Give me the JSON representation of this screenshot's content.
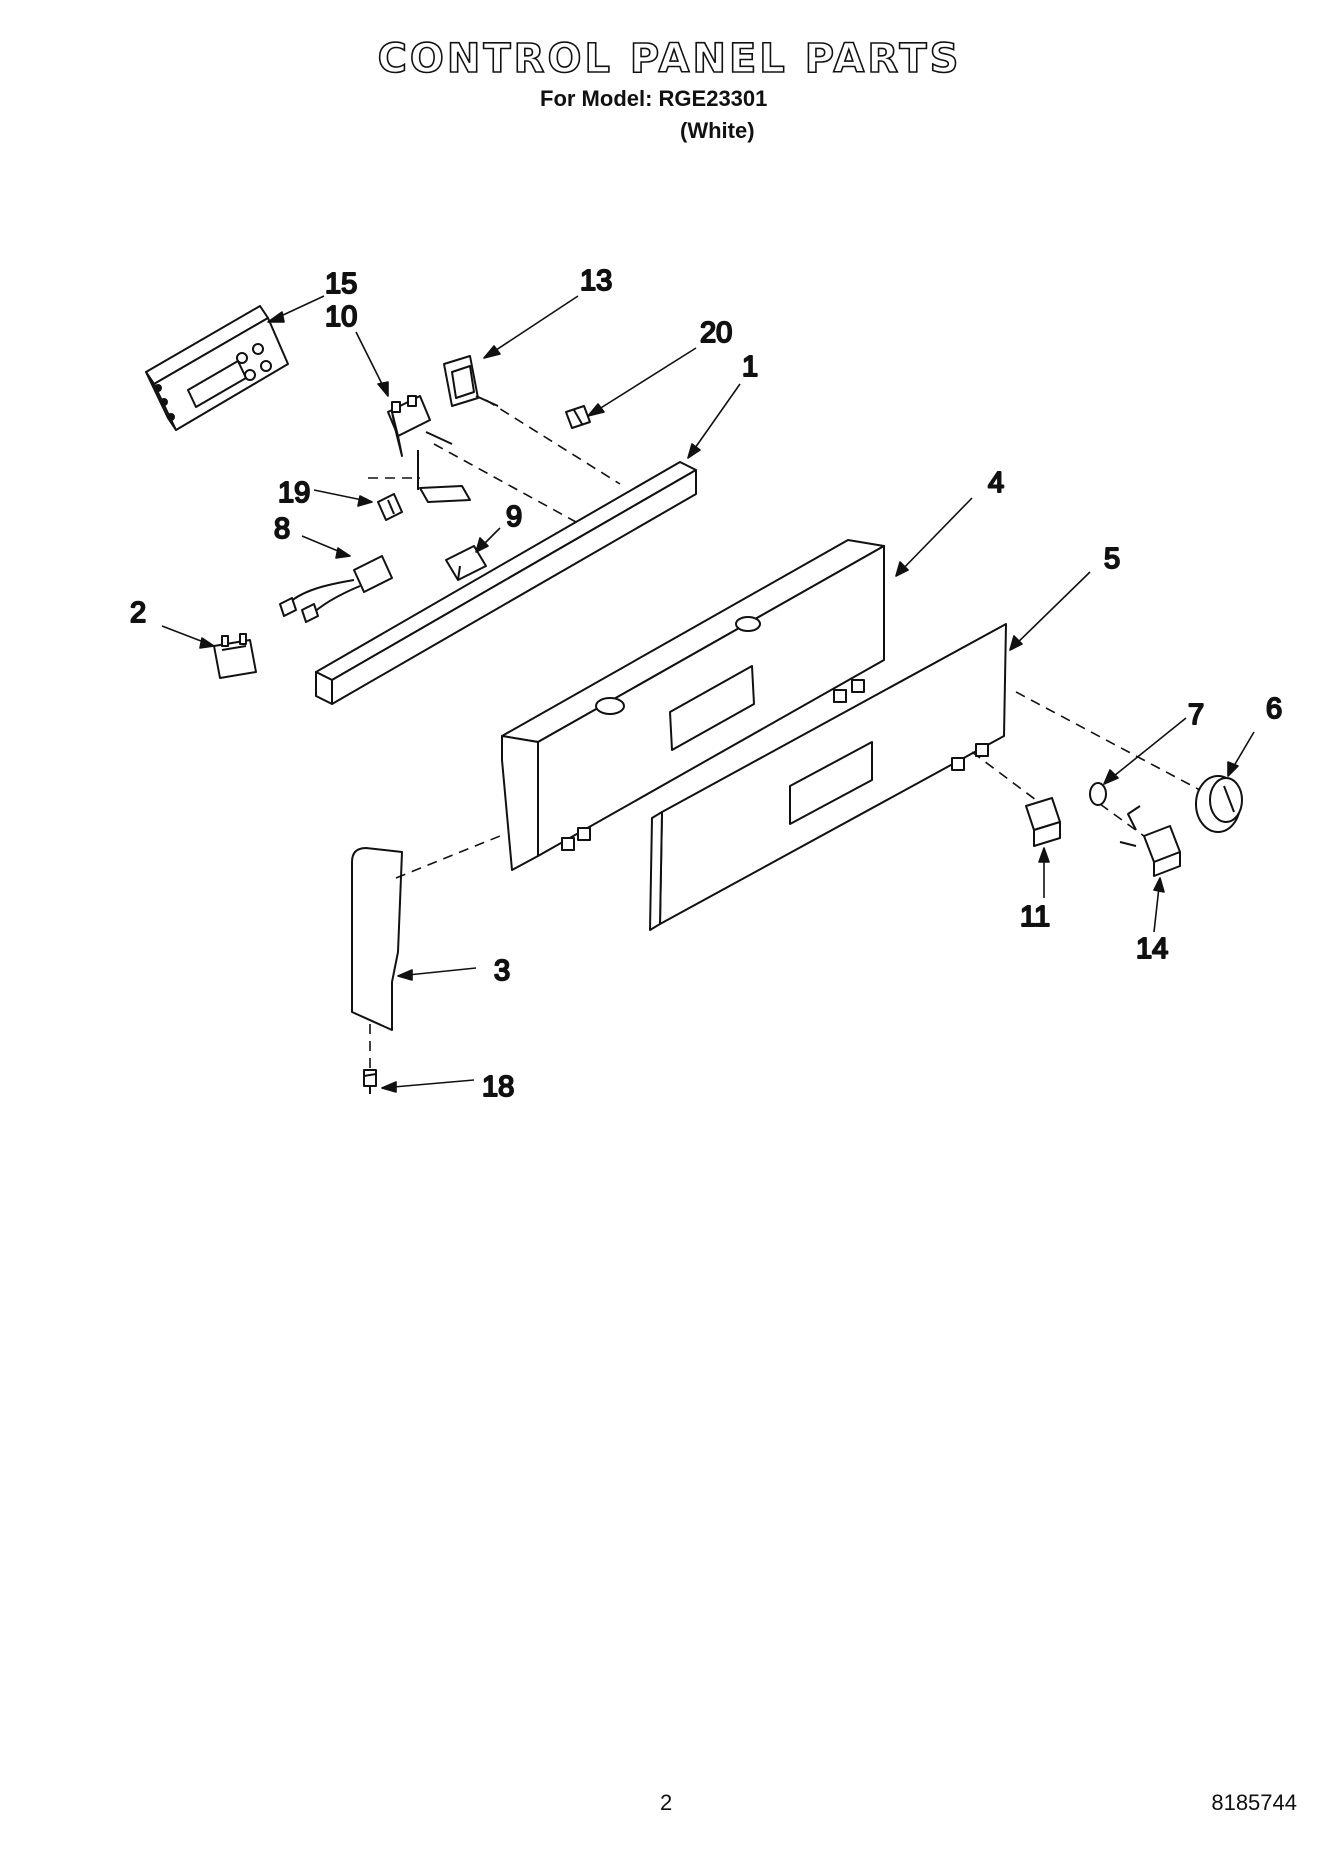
{
  "header": {
    "title": "CONTROL PANEL PARTS",
    "model_line": "For Model: RGE23301",
    "variant": "(White)"
  },
  "callouts": [
    "15",
    "10",
    "13",
    "20",
    "1",
    "19",
    "9",
    "8",
    "2",
    "4",
    "5",
    "7",
    "6",
    "11",
    "14",
    "3",
    "18"
  ],
  "footer": {
    "page_number": "2",
    "document_number": "8185744"
  }
}
